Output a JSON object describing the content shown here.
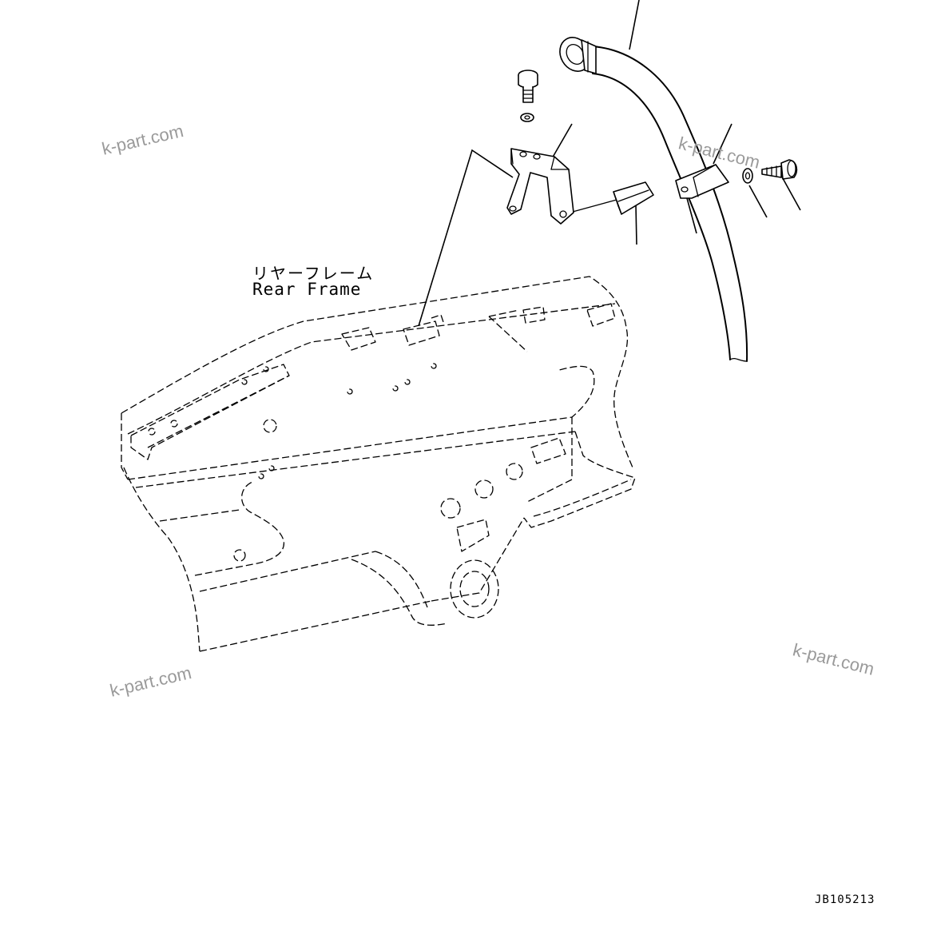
{
  "labels": {
    "frame_jp": "リヤーフレーム",
    "frame_en": "Rear Frame"
  },
  "watermarks": [
    "k-part.com",
    "k-part.com",
    "k-part.com",
    "k-part.com"
  ],
  "drawing_number": "JB105213"
}
